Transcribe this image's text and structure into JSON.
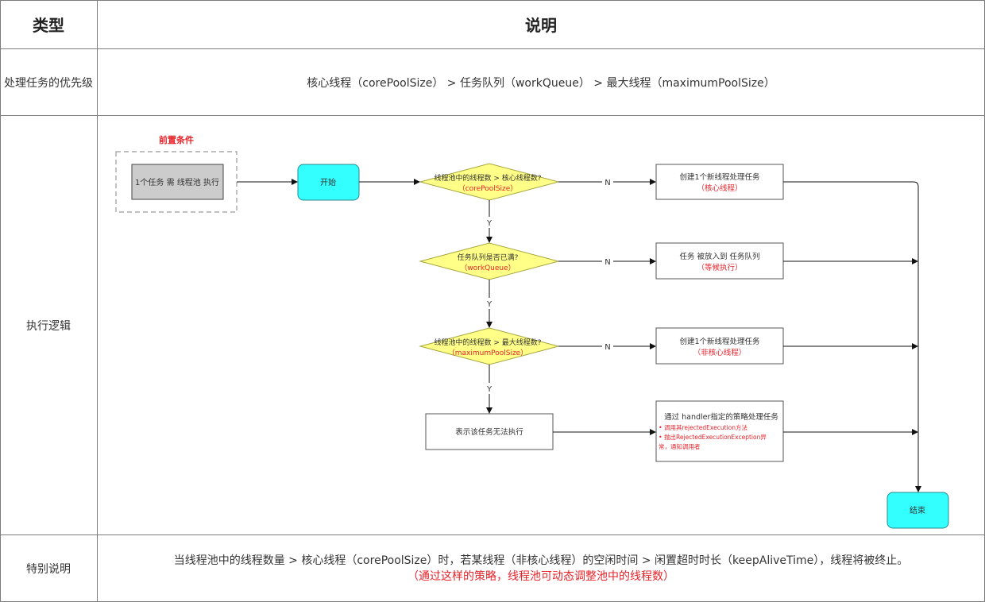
{
  "table": {
    "header_type": "类型",
    "header_desc": "说明",
    "row1_label": "处理任务的优先级",
    "row1_desc": "核心线程（corePoolSize） > 任务队列（workQueue） > 最大线程（maximumPoolSize）",
    "row2_label": "执行逻辑",
    "row3_label": "特别说明",
    "row3_line1": "当线程池中的线程数量 > 核心线程（corePoolSize）时，若某线程（非核心线程）的空闲时间 > 闲置超时时长（keepAliveTime），线程将被终止。",
    "row3_line2": "（通过这样的策略，线程池可动态调整池中的线程数）"
  },
  "flow": {
    "precondition_label": "前置条件",
    "task_box": "1个任务 需 线程池 执行",
    "start": "开始",
    "end": "结束",
    "decision1_line1": "线程池中的线程数 > 核心线程数?",
    "decision1_line2": "（corePoolSize）",
    "decision2_line1": "任务队列是否已满?",
    "decision2_line2": "（workQueue）",
    "decision3_line1": "线程池中的线程数 > 最大线程数?",
    "decision3_line2": "（maximumPoolSize）",
    "action1_line1": "创建1个新线程处理任务",
    "action1_line2": "（核心线程）",
    "action2_line1": "任务 被放入到 任务队列",
    "action2_line2": "（等候执行）",
    "action3_line1": "创建1个新线程处理任务",
    "action3_line2": "（非核心线程）",
    "reject_box": "表示该任务无法执行",
    "handler_title": "通过 handler指定的策略处理任务",
    "handler_bullet1": "调用其rejectedExecution方法",
    "handler_bullet2a": "抛出RejectedExecutionException异",
    "handler_bullet2b": "常，通知调用者",
    "label_n": "N",
    "label_y": "Y"
  },
  "colors": {
    "start_end_fill": "#33ffff",
    "decision_fill": "#ffff88",
    "task_fill": "#cccccc",
    "red_text": "#e8232a",
    "line": "#333333"
  }
}
